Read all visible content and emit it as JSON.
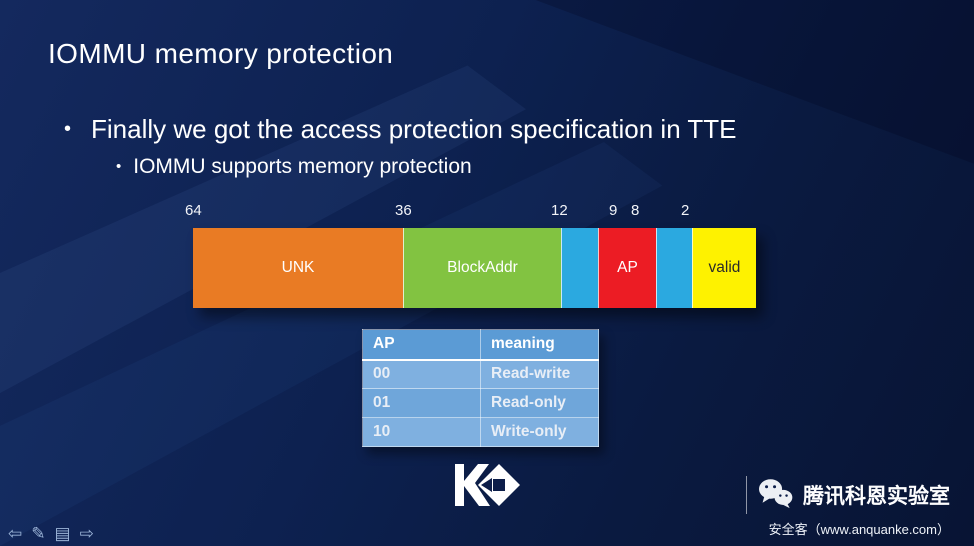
{
  "slide": {
    "title": "IOMMU memory protection",
    "bullets": {
      "main": "Finally we got the access protection specification in TTE",
      "sub": "IOMMU supports memory protection"
    }
  },
  "bitfield": {
    "bit_labels": [
      "64",
      "36",
      "12",
      "9",
      "8",
      "2"
    ],
    "segments": [
      {
        "label": "UNK",
        "color": "#e97b24"
      },
      {
        "label": "BlockAddr",
        "color": "#82c341"
      },
      {
        "label": "",
        "color": "#2ba9e0"
      },
      {
        "label": "AP",
        "color": "#ec1c24"
      },
      {
        "label": "",
        "color": "#2ba9e0"
      },
      {
        "label": "valid",
        "color": "#fef200"
      }
    ]
  },
  "ap_table": {
    "headers": [
      "AP",
      "meaning"
    ],
    "rows": [
      [
        "00",
        "Read-write"
      ],
      [
        "01",
        "Read-only"
      ],
      [
        "10",
        "Write-only"
      ]
    ],
    "header_bg": "#5b9bd5",
    "row_bg_odd": "#7fb0e0",
    "row_bg_even": "#6fa6da"
  },
  "footer": {
    "brand": "腾讯科恩实验室",
    "source": "安全客（www.anquanke.com）"
  },
  "icons": {
    "back": "⇦",
    "pen": "✎",
    "notes": "▤",
    "forward": "⇨"
  }
}
